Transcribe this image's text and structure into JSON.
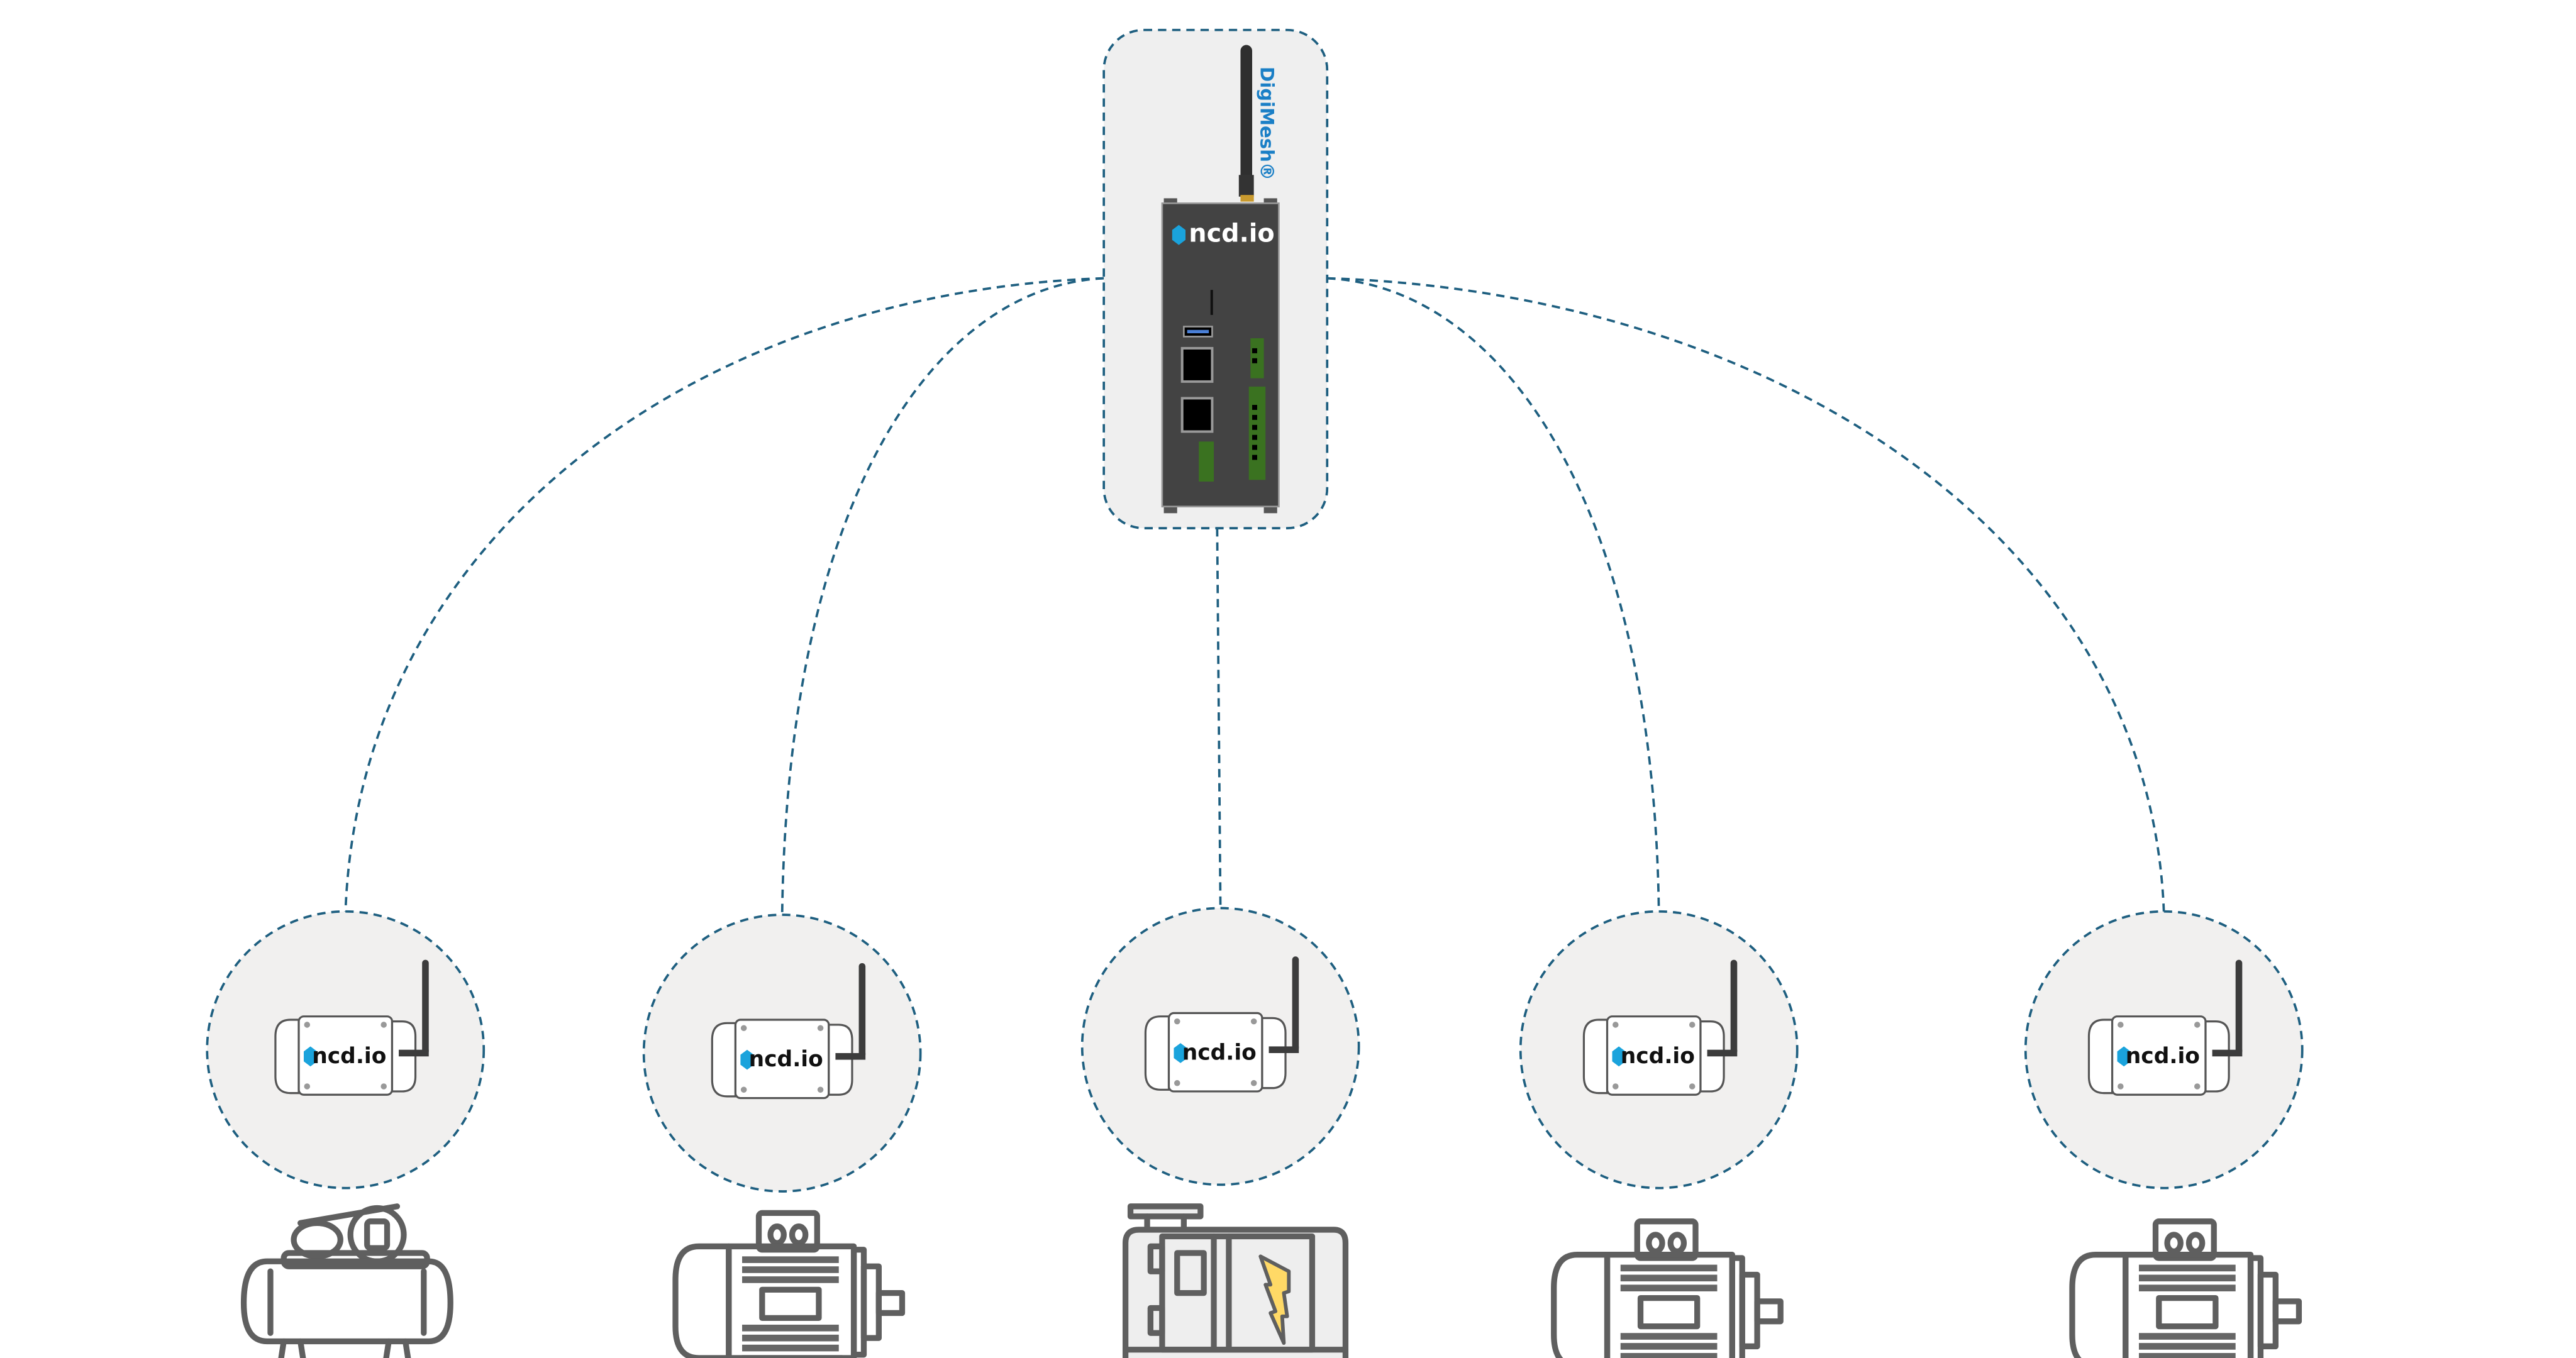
{
  "gateway": {
    "protocol_label": "DigiMesh®",
    "logo_text": "ncd.io"
  },
  "sensors": [
    {
      "logo_text": "ncd.io",
      "machine": "air-compressor"
    },
    {
      "logo_text": "ncd.io",
      "machine": "electric-motor"
    },
    {
      "logo_text": "ncd.io",
      "machine": "generator"
    },
    {
      "logo_text": "ncd.io",
      "machine": "electric-motor"
    },
    {
      "logo_text": "ncd.io",
      "machine": "electric-motor"
    }
  ],
  "colors": {
    "link": "#1e5f80",
    "bubble_fill": "#f1f0ef",
    "protocol_text": "#1a7fc6",
    "gateway_body": "#434343",
    "terminal_green": "#3a7220",
    "lightning": "#ffd966",
    "machine_outline": "#5f5f5f"
  }
}
